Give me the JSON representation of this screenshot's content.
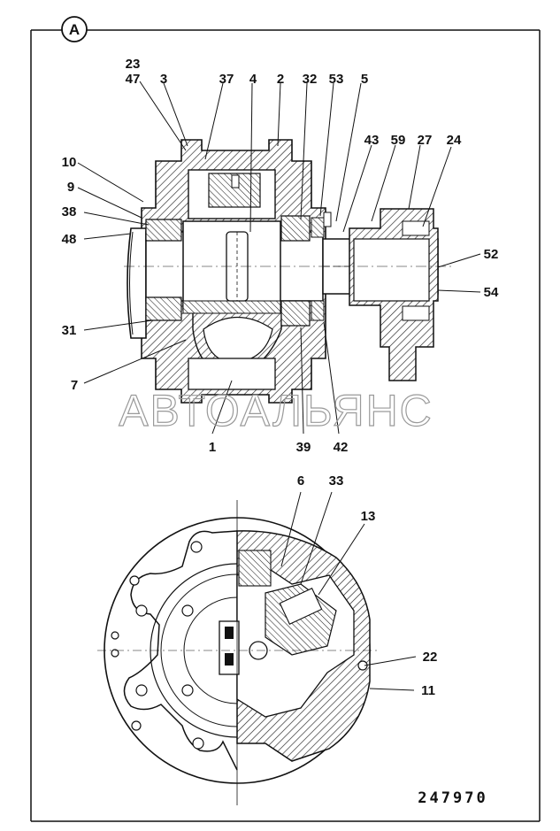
{
  "section_marker": "A",
  "reference_number": "247970",
  "watermark": "АВТОАЛЬЯНС",
  "top_view_labels": {
    "p23": "23",
    "p47": "47",
    "p3": "3",
    "p37": "37",
    "p4": "4",
    "p2": "2",
    "p32": "32",
    "p53": "53",
    "p5": "5",
    "p43": "43",
    "p59": "59",
    "p27": "27",
    "p24": "24",
    "p10": "10",
    "p9": "9",
    "p38": "38",
    "p48": "48",
    "p52": "52",
    "p54": "54",
    "p31": "31",
    "p7": "7",
    "p1": "1",
    "p39": "39",
    "p42": "42"
  },
  "bottom_view_labels": {
    "p6": "6",
    "p33": "33",
    "p13": "13",
    "p22": "22",
    "p11": "11"
  }
}
